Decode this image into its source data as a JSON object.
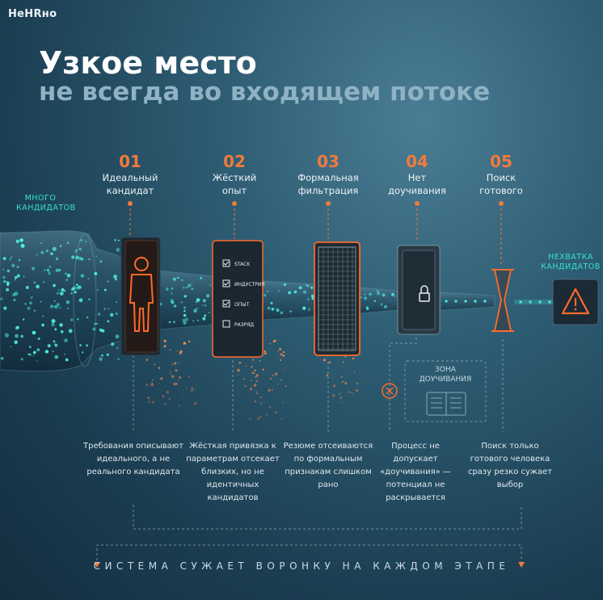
{
  "brand": {
    "logo": "НеНRно"
  },
  "title": {
    "line1": "Узкое место",
    "line2": "не всегда во входящем потоке"
  },
  "left_label": "МНОГО КАНДИДАТОВ",
  "right_label": "НЕХВАТКА КАНДИДАТОВ",
  "stages": [
    {
      "num": "01",
      "label": "Идеальный кандидат",
      "desc": "Требования описывают идеального, а не реального кандидата"
    },
    {
      "num": "02",
      "label": "Жёсткий опыт",
      "desc": "Жёсткая привязка к параметрам отсекает близких, но не идентичных кандидатов"
    },
    {
      "num": "03",
      "label": "Формальная фильтрация",
      "desc": "Резюме отсеиваются по формальным признакам слишком рано"
    },
    {
      "num": "04",
      "label": "Нет доучивания",
      "desc": "Процесс не допускает «доучивания» — потенциал не раскрывается"
    },
    {
      "num": "05",
      "label": "Поиск готового",
      "desc": "Поиск только готового человека сразу резко сужает выбор"
    }
  ],
  "checklist": [
    "STACK",
    "ИНДУСТРИЯ",
    "ОПЫТ",
    "РАЗРЯД"
  ],
  "zone_label": "ЗОНА ДОУЧИВАНИЯ",
  "footer": "СИСТЕМА СУЖАЕТ ВОРОНКУ НА КАЖДОМ ЭТАПЕ",
  "colors": {
    "accent": "#f07a3c",
    "teal": "#36e0cf",
    "title_secondary": "#8fb2c4"
  },
  "icons": [
    "person-silhouette-icon",
    "checklist-icon",
    "grid-filter-icon",
    "lock-icon",
    "hourglass-icon",
    "warning-icon",
    "close-icon",
    "book-icon",
    "arrow-down-icon"
  ]
}
